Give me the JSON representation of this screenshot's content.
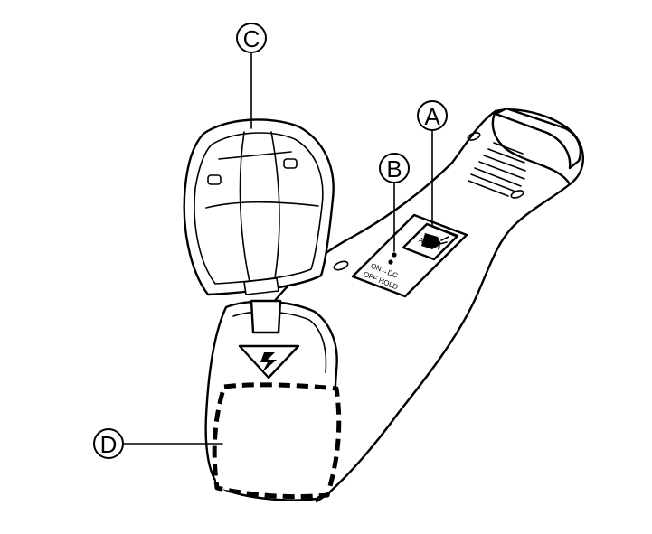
{
  "callouts": {
    "a": "A",
    "b": "B",
    "c": "C",
    "d": "D"
  },
  "switch_panel": {
    "ac_label": "AC ON",
    "dc_label": "ON→DC",
    "hold_label": "OFF HOLD"
  },
  "icons": {
    "warning": "lightning-triangle-icon",
    "plug": "plug-icon"
  }
}
